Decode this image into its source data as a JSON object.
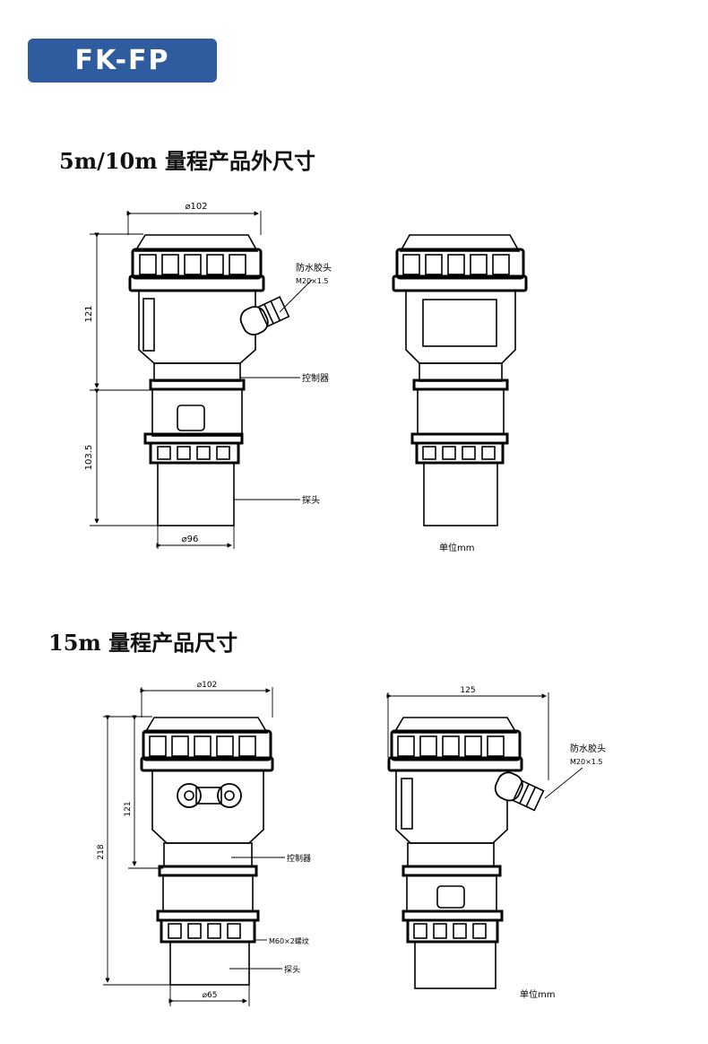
{
  "header": {
    "model": "FK-FP"
  },
  "section1": {
    "title": "5m/10m 量程产品外尺寸",
    "dims": {
      "top_width": "⌀102",
      "height_upper": "121",
      "height_lower": "103.5",
      "bottom_width": "⌀96"
    },
    "labels": {
      "gland": "防水胶头",
      "gland_spec": "M20×1.5",
      "controller": "控制器",
      "probe": "探头",
      "unit": "单位mm"
    }
  },
  "section2": {
    "title": "15m 量程产品尺寸",
    "dims": {
      "top_width": "⌀102",
      "height_upper": "121",
      "height_total": "218",
      "bottom_width": "⌀65",
      "side_width": "125"
    },
    "labels": {
      "controller": "控制器",
      "flange": "M60×2螺纹",
      "probe": "探头",
      "gland": "防水胶头",
      "gland_spec": "M20×1.5",
      "unit": "单位mm"
    }
  }
}
